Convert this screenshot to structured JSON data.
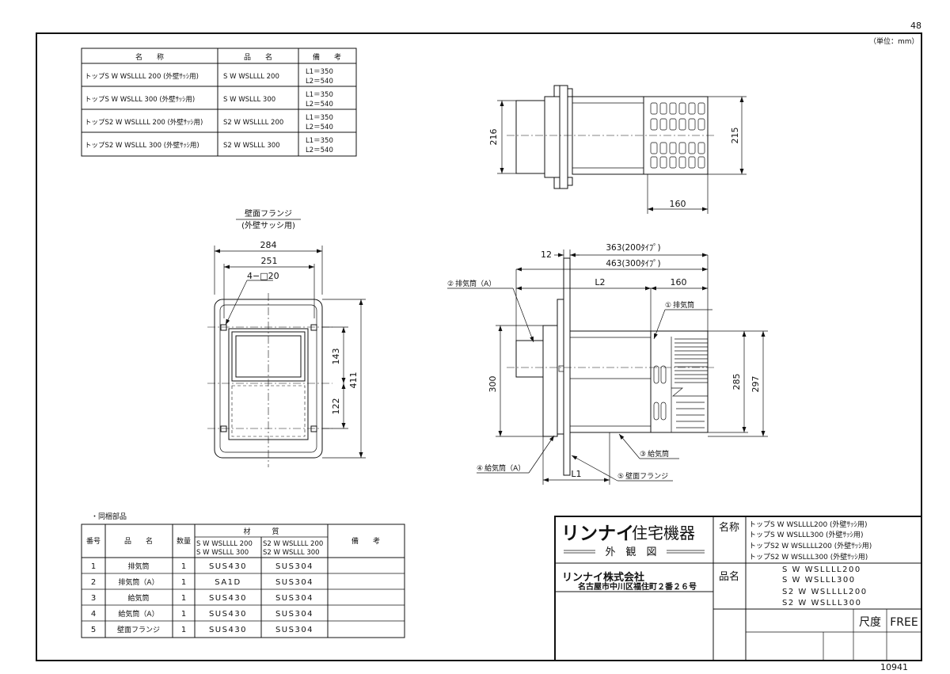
{
  "sheet": {
    "page_mark": "48",
    "unit_note": "（単位：mm）",
    "drawing_no": "10941"
  },
  "model_table": {
    "headers": [
      "名　　称",
      "品　　名",
      "備　　考"
    ],
    "rows": [
      {
        "name": "トップS W WSLLLL 200 (外壁ｻｯｼ用)",
        "product": "S W WSLLLL 200",
        "note1": "L1＝350",
        "note2": "L2＝540"
      },
      {
        "name": "トップS W WSLLL 300 (外壁ｻｯｼ用)",
        "product": "S W WSLLL 300",
        "note1": "L1＝350",
        "note2": "L2＝540"
      },
      {
        "name": "トップS2 W WSLLLL 200 (外壁ｻｯｼ用)",
        "product": "S2 W WSLLLL 200",
        "note1": "L1＝350",
        "note2": "L2＝540"
      },
      {
        "name": "トップS2 W WSLLL 300 (外壁ｻｯｼ用)",
        "product": "S2 W WSLLL 300",
        "note1": "L1＝350",
        "note2": "L2＝540"
      }
    ]
  },
  "flange_view": {
    "title": "壁面フランジ",
    "subtitle": "(外壁サッシ用)",
    "dims": {
      "outer_width": "284",
      "hole_pitch": "251",
      "holes": "4−□20",
      "upper": "143",
      "lower": "122",
      "height": "411"
    }
  },
  "top_view": {
    "dims": {
      "left_height": "216",
      "right_height": "215",
      "louver_length": "160"
    }
  },
  "side_view": {
    "dims": {
      "flange_thk": "12",
      "length_200": "363(200ﾀｲﾌﾟ)",
      "length_300": "463(300ﾀｲﾌﾟ)",
      "l2": "L2",
      "louver": "160",
      "height": "300",
      "h285": "285",
      "h297": "297",
      "l1": "L1"
    },
    "callouts": [
      {
        "no": "①",
        "label": "排気筒"
      },
      {
        "no": "②",
        "label": "排気筒（A）"
      },
      {
        "no": "③",
        "label": "給気筒"
      },
      {
        "no": "④",
        "label": "給気筒（A）"
      },
      {
        "no": "⑤",
        "label": "壁面フランジ"
      }
    ]
  },
  "parts_table": {
    "caption": "・同梱部品",
    "headers": {
      "no": "番号",
      "name": "品　　名",
      "qty": "数量",
      "material": "材　　　質",
      "mat_a": "S W WSLLLL 200",
      "mat_a2": "S W WSLLL 300",
      "mat_b": "S2 W WSLLLL 200",
      "mat_b2": "S2 W WSLLL 300",
      "remarks": "備　　考"
    },
    "rows": [
      {
        "no": "1",
        "name": "排気筒",
        "qty": "1",
        "mat_a": "SUS430",
        "mat_b": "SUS304"
      },
      {
        "no": "2",
        "name": "排気筒（A）",
        "qty": "1",
        "mat_a": "SA1D",
        "mat_b": "SUS304"
      },
      {
        "no": "3",
        "name": "給気筒",
        "qty": "1",
        "mat_a": "SUS430",
        "mat_b": "SUS304"
      },
      {
        "no": "4",
        "name": "給気筒（A）",
        "qty": "1",
        "mat_a": "SUS430",
        "mat_b": "SUS304"
      },
      {
        "no": "5",
        "name": "壁面フランジ",
        "qty": "1",
        "mat_a": "SUS430",
        "mat_b": "SUS304"
      }
    ]
  },
  "title_block": {
    "brand": "リンナイ",
    "brand_suffix": "住宅機器",
    "drawing_type": "外　観　図",
    "company": "リンナイ株式会社",
    "address": "名古屋市中川区福住町２番２６号",
    "name_label": "名称",
    "names": [
      "トップS W WSLLLL200 (外壁ｻｯｼ用)",
      "トップS W WSLLL300 (外壁ｻｯｼ用)",
      "トップS2 W WSLLLL200 (外壁ｻｯｼ用)",
      "トップS2 W WSLLL300 (外壁ｻｯｼ用)"
    ],
    "product_label": "品名",
    "products": [
      "S W WSLLLL200",
      "S W WSLLL300",
      "S2 W WSLLLL200",
      "S2 W WSLLL300"
    ],
    "scale_label": "尺度",
    "scale_value": "FREE"
  }
}
